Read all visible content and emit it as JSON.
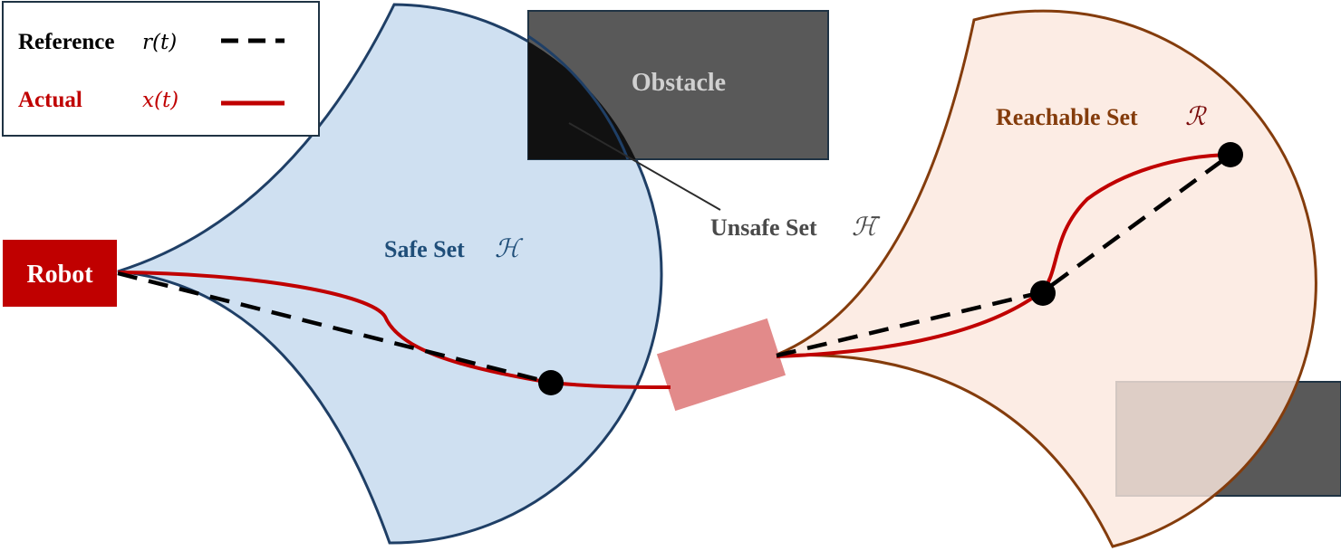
{
  "legend": {
    "reference": {
      "label": "Reference",
      "symbol": "r(t)",
      "line_style": "dashed",
      "color": "#000000"
    },
    "actual": {
      "label": "Actual",
      "symbol": "x(t)",
      "line_style": "solid",
      "color": "#c00000"
    }
  },
  "robot": {
    "label": "Robot",
    "color": "#c00000"
  },
  "obstacle": {
    "label": "Obstacle",
    "color": "#595959"
  },
  "safe_set": {
    "label": "Safe Set",
    "symbol": "ℋ",
    "fill": "#cfe0f1",
    "stroke": "#1f3f66"
  },
  "unsafe_set": {
    "label": "Unsafe Set",
    "symbol": "ℋ̄"
  },
  "reachable_set": {
    "label": "Reachable Set",
    "symbol": "ℛ",
    "fill": "#fbe8de",
    "stroke": "#843c0c"
  }
}
